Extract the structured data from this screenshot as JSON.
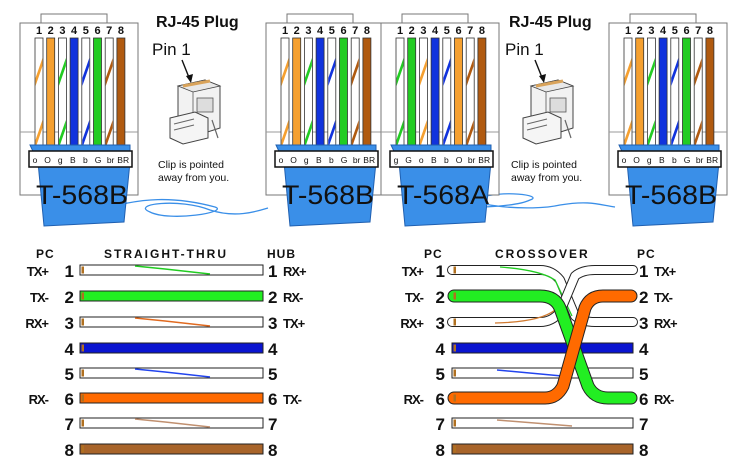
{
  "plug_info": [
    {
      "title": "RJ-45 Plug",
      "pin_label": "Pin 1",
      "clip_note_line1": "Clip is pointed",
      "clip_note_line2": "away from you."
    },
    {
      "title": "RJ-45 Plug",
      "pin_label": "Pin 1",
      "clip_note_line1": "Clip is pointed",
      "clip_note_line2": "away from you."
    }
  ],
  "connectors": [
    {
      "standard": "T-568B",
      "pin_numbers": [
        "1",
        "2",
        "3",
        "4",
        "5",
        "6",
        "7",
        "8"
      ],
      "wire_codes": [
        "o",
        "O",
        "g",
        "B",
        "b",
        "G",
        "br",
        "BR"
      ],
      "wire_colors": [
        "orange-white",
        "orange",
        "green-white",
        "blue",
        "blue-white",
        "green",
        "brown-white",
        "brown"
      ]
    },
    {
      "standard": "T-568B",
      "pin_numbers": [
        "1",
        "2",
        "3",
        "4",
        "5",
        "6",
        "7",
        "8"
      ],
      "wire_codes": [
        "o",
        "O",
        "g",
        "B",
        "b",
        "G",
        "br",
        "BR"
      ],
      "wire_colors": [
        "orange-white",
        "orange",
        "green-white",
        "blue",
        "blue-white",
        "green",
        "brown-white",
        "brown"
      ]
    },
    {
      "standard": "T-568A",
      "pin_numbers": [
        "1",
        "2",
        "3",
        "4",
        "5",
        "6",
        "7",
        "8"
      ],
      "wire_codes": [
        "g",
        "G",
        "o",
        "B",
        "b",
        "O",
        "br",
        "BR"
      ],
      "wire_colors": [
        "green-white",
        "green",
        "orange-white",
        "blue",
        "blue-white",
        "orange",
        "brown-white",
        "brown"
      ]
    },
    {
      "standard": "T-568B",
      "pin_numbers": [
        "1",
        "2",
        "3",
        "4",
        "5",
        "6",
        "7",
        "8"
      ],
      "wire_codes": [
        "o",
        "O",
        "g",
        "B",
        "b",
        "G",
        "br",
        "BR"
      ],
      "wire_colors": [
        "orange-white",
        "orange",
        "green-white",
        "blue",
        "blue-white",
        "green",
        "brown-white",
        "brown"
      ]
    }
  ],
  "palette": {
    "orange": "#f5a030",
    "green": "#22cc22",
    "blue": "#1133dd",
    "brown": "#b05a10",
    "boot": "#3a8fe8",
    "cable": "#3a8fe8",
    "bright_green": "#22ee22",
    "bright_orange": "#ff6a00",
    "dark_blue": "#0a14d0",
    "brown_wire": "#a8642a"
  },
  "straight_thru": {
    "title": "STRAIGHT-THRU",
    "left_header": "PC",
    "right_header": "HUB",
    "rows": [
      {
        "pin": "1",
        "left_signal": "TX+",
        "right_pin": "1",
        "right_signal": "RX+",
        "wire": "green-white"
      },
      {
        "pin": "2",
        "left_signal": "TX-",
        "right_pin": "2",
        "right_signal": "RX-",
        "wire": "green"
      },
      {
        "pin": "3",
        "left_signal": "RX+",
        "right_pin": "3",
        "right_signal": "TX+",
        "wire": "orange-white"
      },
      {
        "pin": "4",
        "left_signal": "",
        "right_pin": "4",
        "right_signal": "",
        "wire": "blue"
      },
      {
        "pin": "5",
        "left_signal": "",
        "right_pin": "5",
        "right_signal": "",
        "wire": "blue-white"
      },
      {
        "pin": "6",
        "left_signal": "RX-",
        "right_pin": "6",
        "right_signal": "TX-",
        "wire": "orange"
      },
      {
        "pin": "7",
        "left_signal": "",
        "right_pin": "7",
        "right_signal": "",
        "wire": "brown-white"
      },
      {
        "pin": "8",
        "left_signal": "",
        "right_pin": "8",
        "right_signal": "",
        "wire": "brown"
      }
    ]
  },
  "crossover": {
    "title": "CROSSOVER",
    "left_header": "PC",
    "right_header": "PC",
    "rows": [
      {
        "pin": "1",
        "left_signal": "TX+",
        "right_pin": "1",
        "right_signal": "TX+"
      },
      {
        "pin": "2",
        "left_signal": "TX-",
        "right_pin": "2",
        "right_signal": "TX-"
      },
      {
        "pin": "3",
        "left_signal": "RX+",
        "right_pin": "3",
        "right_signal": "RX+"
      },
      {
        "pin": "4",
        "left_signal": "",
        "right_pin": "4",
        "right_signal": ""
      },
      {
        "pin": "5",
        "left_signal": "",
        "right_pin": "5",
        "right_signal": ""
      },
      {
        "pin": "6",
        "left_signal": "RX-",
        "right_pin": "6",
        "right_signal": "RX-"
      },
      {
        "pin": "7",
        "left_signal": "",
        "right_pin": "7",
        "right_signal": ""
      },
      {
        "pin": "8",
        "left_signal": "",
        "right_pin": "8",
        "right_signal": ""
      }
    ],
    "crossed_pairs": [
      [
        "1",
        "3"
      ],
      [
        "2",
        "6"
      ]
    ]
  }
}
